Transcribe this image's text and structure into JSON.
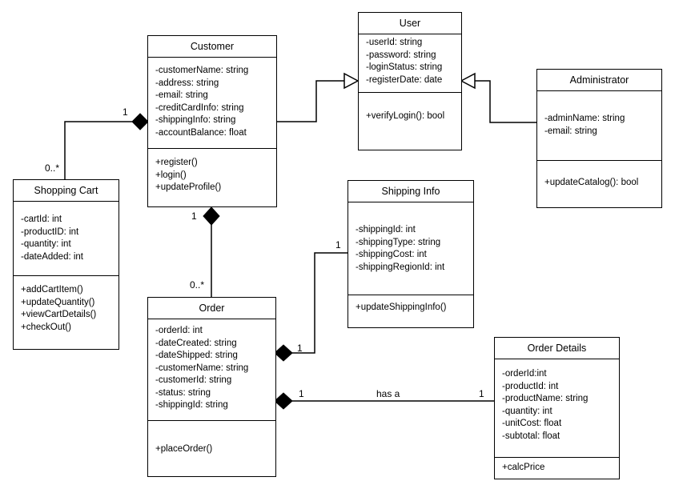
{
  "classes": {
    "user": {
      "name": "User",
      "attributes": [
        "-userId: string",
        "-password: string",
        "-loginStatus: string",
        "-registerDate: date"
      ],
      "operations": [
        "+verifyLogin(): bool"
      ]
    },
    "customer": {
      "name": "Customer",
      "attributes": [
        "-customerName: string",
        "-address: string",
        "-email: string",
        "-creditCardInfo: string",
        "-shippingInfo: string",
        "-accountBalance: float"
      ],
      "operations": [
        "+register()",
        "+login()",
        "+updateProfile()"
      ]
    },
    "administrator": {
      "name": "Administrator",
      "attributes": [
        "-adminName: string",
        "-email: string"
      ],
      "operations": [
        "+updateCatalog(): bool"
      ]
    },
    "shopping_cart": {
      "name": "Shopping Cart",
      "attributes": [
        "-cartId: int",
        "-productID: int",
        "-quantity: int",
        "-dateAdded: int"
      ],
      "operations": [
        "+addCartItem()",
        "+updateQuantity()",
        "+viewCartDetails()",
        "+checkOut()"
      ]
    },
    "shipping_info": {
      "name": "Shipping Info",
      "attributes": [
        "-shippingId: int",
        "-shippingType: string",
        "-shippingCost: int",
        "-shippingRegionId: int"
      ],
      "operations": [
        "+updateShippingInfo()"
      ]
    },
    "order": {
      "name": "Order",
      "attributes": [
        "-orderId: int",
        "-dateCreated: string",
        "-dateShipped: string",
        "-customerName: string",
        "-customerId: string",
        "-status: string",
        "-shippingId: string"
      ],
      "operations": [
        "+placeOrder()"
      ]
    },
    "order_details": {
      "name": "Order Details",
      "attributes": [
        "-orderId:int",
        "-productId: int",
        "-productName: string",
        "-quantity: int",
        "-unitCost: float",
        "-subtotal: float"
      ],
      "operations": [
        "+calcPrice"
      ]
    }
  },
  "multiplicities": {
    "customer_cart_customer_end": "1",
    "customer_cart_cart_end": "0..*",
    "customer_order_customer_end": "1",
    "customer_order_order_end": "0..*",
    "order_shipping_shipping_end": "1",
    "order_shipping_order_end": "1",
    "order_details_order_end": "1",
    "order_details_details_end": "1"
  },
  "association_labels": {
    "order_details": "has a"
  }
}
